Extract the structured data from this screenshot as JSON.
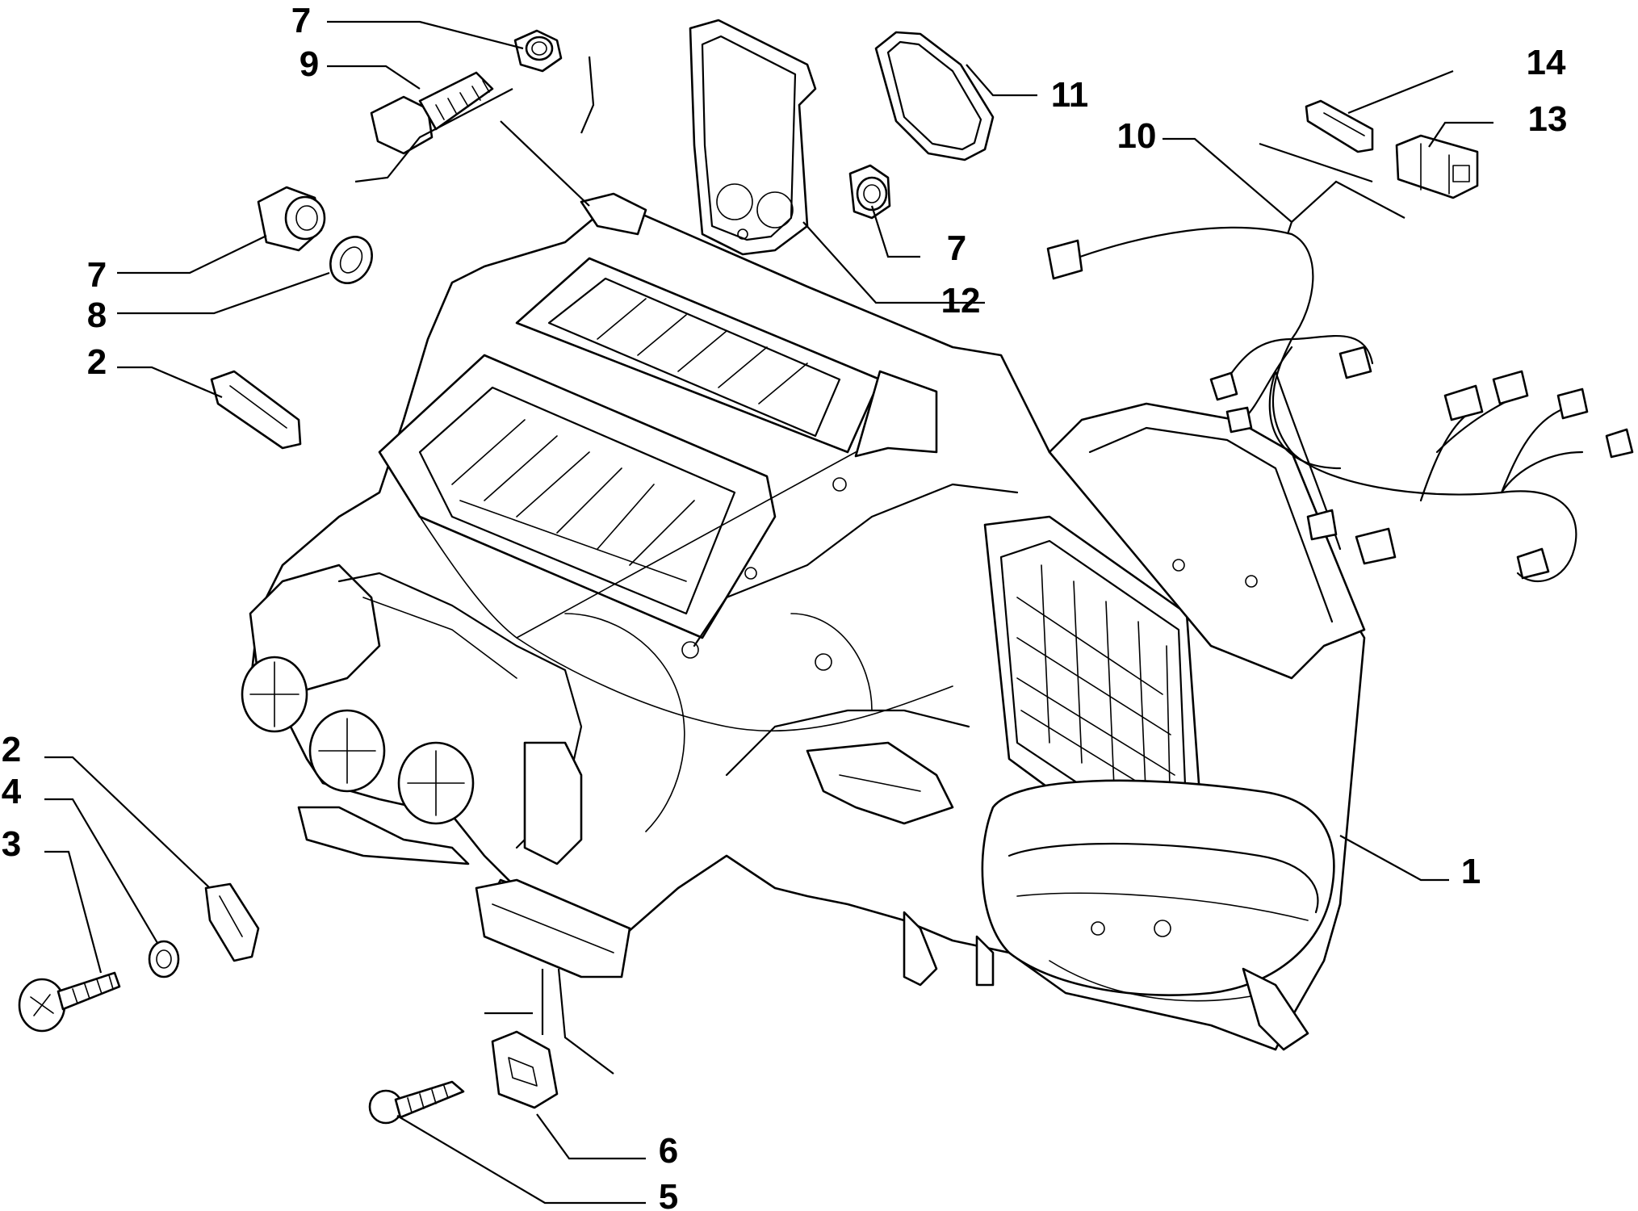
{
  "diagram": {
    "callouts": {
      "c1": "1",
      "c2a": "2",
      "c2b": "2",
      "c3": "3",
      "c4": "4",
      "c5": "5",
      "c6": "6",
      "c7a": "7",
      "c7b": "7",
      "c7c": "7",
      "c8": "8",
      "c9": "9",
      "c10": "10",
      "c11": "11",
      "c12": "12",
      "c13": "13",
      "c14": "14"
    }
  }
}
